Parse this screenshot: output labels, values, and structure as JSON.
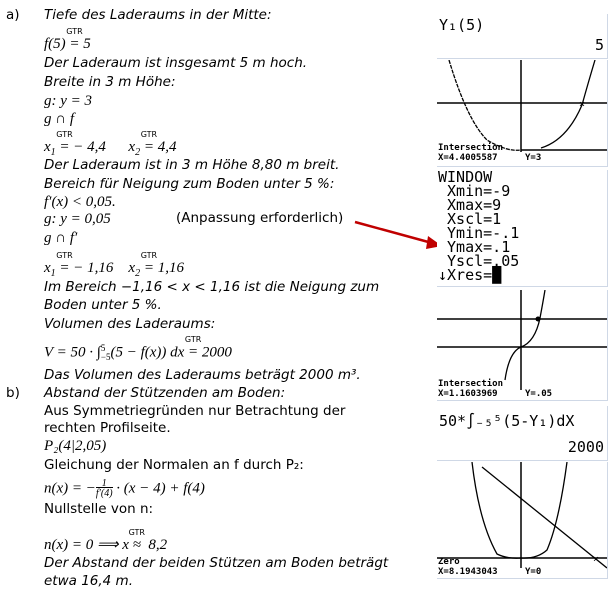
{
  "a": {
    "label": "a)",
    "l1": "Tiefe des Laderaums in der Mitte:",
    "l2_lhs": "f(5)",
    "l2_eq": "=",
    "l2_rhs": "5",
    "l3": "Der Laderaum ist insgesamt 5 m hoch.",
    "l4": "Breite in 3 m Höhe:",
    "l5": "g:  y = 3",
    "l6": "g ∩ f",
    "l7_x1": "x",
    "l7_v1": "− 4,4",
    "l7_x2": "x",
    "l7_v2": "4,4",
    "l8": "Der Laderaum ist in 3 m Höhe 8,80 m breit.",
    "l9": "Bereich für Neigung zum Boden unter 5 %:",
    "l10": "f′(x) < 0,05.",
    "l11": "g:  y = 0,05",
    "note": "(Anpassung erforderlich)",
    "l12": "g ∩ f′",
    "l13_v1": "− 1,16",
    "l13_v2": "1,16",
    "l14": "Im Bereich −1,16 < x < 1,16 ist die Neigung zum",
    "l15": "Boden unter 5 %.",
    "l16": "Volumen des Laderaums:",
    "l17_lhs": "V = 50 · ∫",
    "l17_up": "5",
    "l17_lo": "−5",
    "l17_body": "(5 − f(x)) dx",
    "l17_rhs": "2000",
    "l18": "Das Volumen des Laderaums beträgt 2000 m³."
  },
  "b": {
    "label": "b)",
    "l1": "Abstand der Stützenden am Boden:",
    "l2": "Aus Symmetriegründen nur Betrachtung der",
    "l3": "rechten Profilseite.",
    "l4": "P₂(4|2,05)",
    "l5": "Gleichung der Normalen an f durch P₂:",
    "l6_lhs": "n(x) = −",
    "l6_num": "1",
    "l6_den": "f′(4)",
    "l6_rest": "· (x − 4) + f(4)",
    "l7": "Nullstelle von n:",
    "l8_lhs": "n(x) = 0  ⟹  x",
    "l8_eq": "≈",
    "l8_rhs": "8,2",
    "l9": "Der Abstand der beiden Stützen am Boden beträgt",
    "l10": "etwa 16,4 m."
  },
  "gtr": "GTR",
  "calc": {
    "s1_expr": "Y₁(5)",
    "s1_result": "5",
    "s2_label": "Intersection",
    "s2_x": "X=4.4005587",
    "s2_y": "Y=3",
    "s3_lines": [
      "WINDOW",
      " Xmin=-9",
      " Xmax=9",
      " Xscl=1",
      " Ymin=-.1",
      " Ymax=.1",
      " Yscl=.05",
      "↓Xres=█"
    ],
    "s4_label": "Intersection",
    "s4_x": "X=1.1603969",
    "s4_y": "Y=.05",
    "s5_expr": "50*∫₋₅⁵(5-Y₁)dX",
    "s5_result": "2000",
    "s6_label": "Zero",
    "s6_x": "X=8.1943043",
    "s6_y": "Y=0"
  },
  "arrow_color": "#c00000"
}
